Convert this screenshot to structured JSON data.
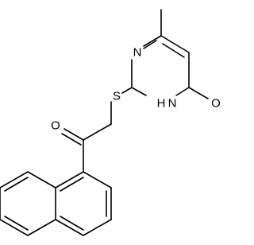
{
  "molecule": {
    "atom_labels": {
      "n_top": "N",
      "nh_h": "H",
      "nh_n": "N",
      "sulfur": "S",
      "ketone_oxygen": "O",
      "lactam_oxygen": "O"
    }
  }
}
